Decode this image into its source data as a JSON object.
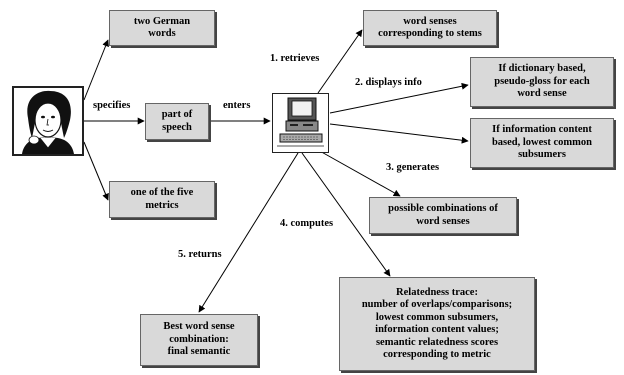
{
  "boxes": {
    "two_german": [
      "two German",
      "words"
    ],
    "part_of_speech": [
      "part of",
      "speech"
    ],
    "five_metrics": [
      "one of the five",
      "metrics"
    ],
    "word_senses": [
      "word senses",
      "corresponding to stems"
    ],
    "dictionary": [
      "If dictionary based,",
      "pseudo-gloss for each",
      "word sense"
    ],
    "info_content": [
      "If information content",
      "based,  lowest common",
      "subsumers"
    ],
    "combinations": [
      "possible combinations of",
      "word senses"
    ],
    "relatedness": [
      "Relatedness trace:",
      "number of overlaps/comparisons;",
      "lowest common subsumers,",
      "information content values;",
      "semantic relatedness scores",
      "corresponding to metric"
    ],
    "best_combo": [
      "Best word sense",
      "combination:",
      "final semantic"
    ]
  },
  "labels": {
    "specifies": "specifies",
    "enters": "enters",
    "retrieves": "1. retrieves",
    "displays": "2. displays info",
    "generates": "3. generates",
    "computes": "4. computes",
    "returns": "5. returns"
  },
  "icons": {
    "person": "person-portrait-icon",
    "computer": "computer-icon"
  },
  "colors": {
    "box_fill": "#d9d9d9",
    "box_border": "#666666",
    "arrow": "#000000"
  }
}
